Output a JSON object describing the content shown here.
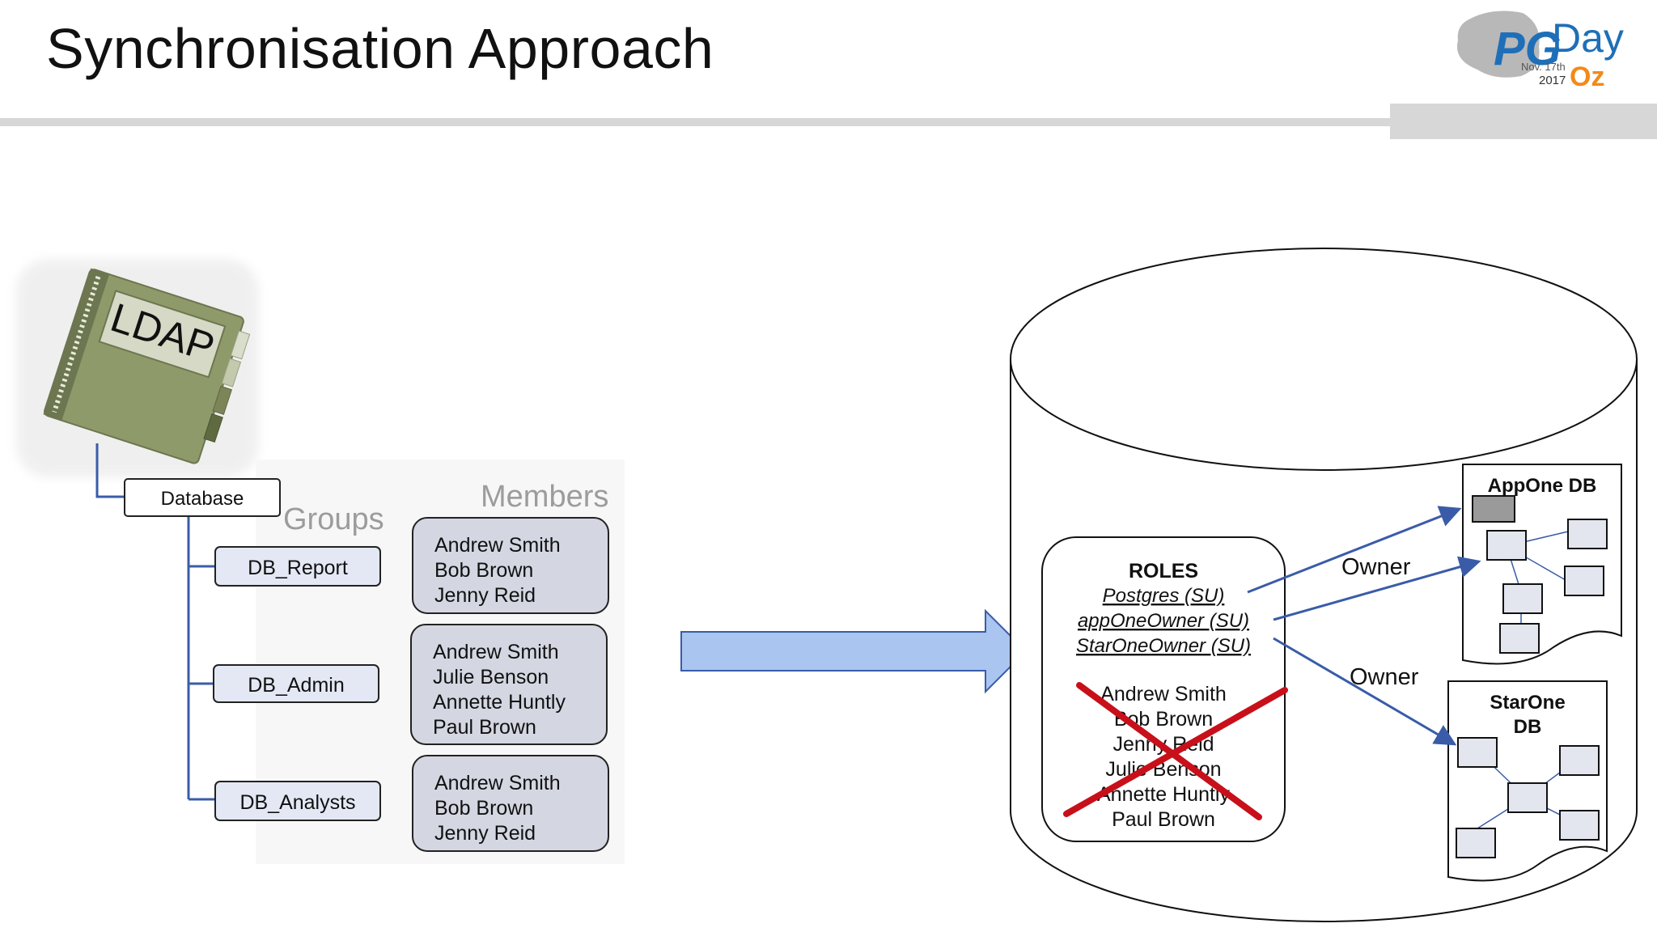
{
  "slide": {
    "title": "Synchronisation Approach"
  },
  "logo": {
    "brand_left": "PG",
    "brand_right": "Day",
    "date": "Nov. 17th",
    "year": "2017",
    "suffix": "Oz"
  },
  "ldap": {
    "label": "LDAP",
    "root_node": "Database",
    "groups_header": "Groups",
    "members_header": "Members",
    "groups": [
      {
        "name": "DB_Report",
        "members": [
          "Andrew Smith",
          "Bob Brown",
          "Jenny Reid"
        ]
      },
      {
        "name": "DB_Admin",
        "members": [
          "Andrew Smith",
          "Julie Benson",
          "Annette Huntly",
          "Paul Brown"
        ]
      },
      {
        "name": "DB_Analysts",
        "members": [
          "Andrew Smith",
          "Bob Brown",
          "Jenny Reid"
        ]
      }
    ]
  },
  "roles": {
    "header": "ROLES",
    "superusers": [
      "Postgres (SU)",
      "appOneOwner (SU)",
      "StarOneOwner (SU)"
    ],
    "removed_users": [
      "Andrew Smith",
      "Bob Brown",
      "Jenny Reid",
      "Julie Benson",
      "Annette Huntly",
      "Paul Brown"
    ]
  },
  "databases": [
    {
      "name": "AppOne DB"
    },
    {
      "name_line1": "StarOne",
      "name_line2": "DB"
    }
  ],
  "edges": {
    "owner_label_1": "Owner",
    "owner_label_2": "Owner"
  },
  "colors": {
    "connector_blue": "#3a5ca8",
    "group_fill": "#e3e8f4",
    "member_fill": "#d4d7e2",
    "arrow_fill": "#a9c5f0",
    "cross_red": "#c8101a",
    "ldap_green": "#8f9a6a",
    "logo_blue": "#1f6fb8",
    "logo_orange": "#f28a1a"
  }
}
